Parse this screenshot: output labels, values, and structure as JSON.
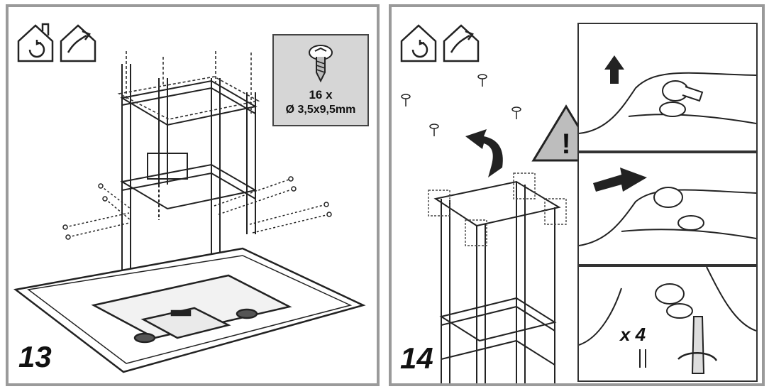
{
  "steps": [
    {
      "number": "13",
      "screw_qty": "16 x",
      "screw_size": "Ø 3,5x9,5mm"
    },
    {
      "number": "14",
      "repeat_count": "x 4"
    }
  ]
}
